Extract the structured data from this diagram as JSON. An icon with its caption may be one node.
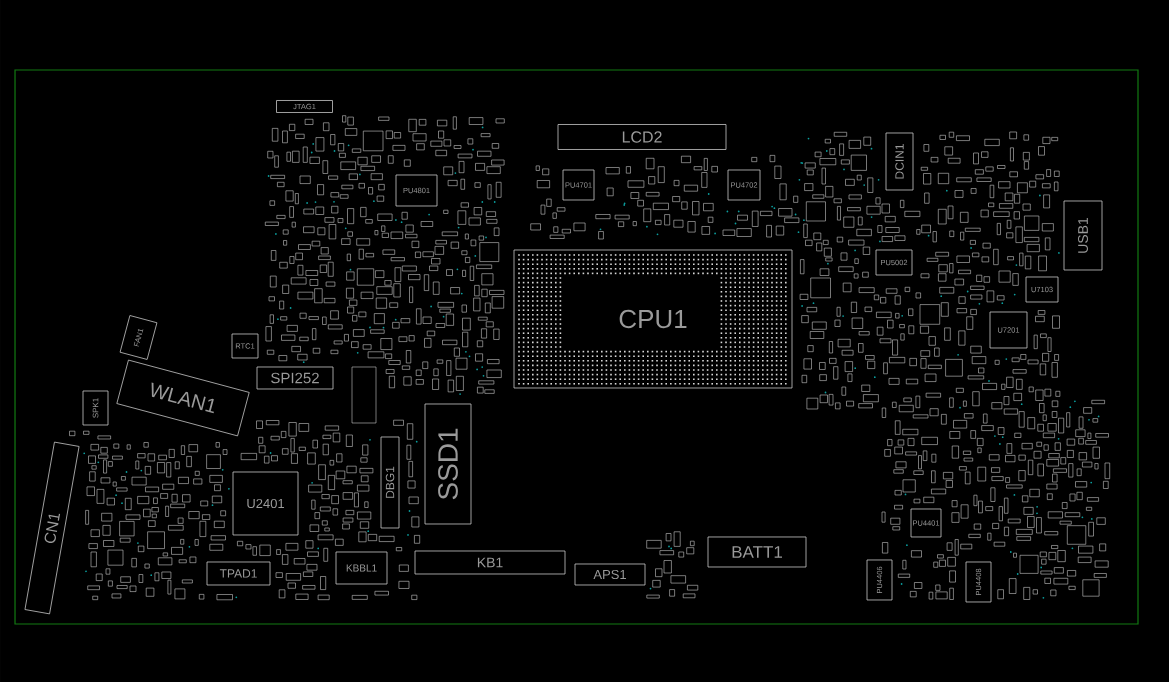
{
  "diagram": {
    "nodes": [
      {
        "text": [
          "LCD2"
        ]
      },
      {
        "text": [
          "DCIN1"
        ]
      },
      {
        "text": [
          "USB1"
        ]
      },
      {
        "text": [
          "CPU1"
        ]
      },
      {
        "text": [
          "WLAN1"
        ]
      },
      {
        "text": [
          "SPI252"
        ]
      },
      {
        "text": [
          "SSD1"
        ]
      },
      {
        "text": [
          "DBG1"
        ]
      },
      {
        "text": [
          "U2401"
        ]
      },
      {
        "text": [
          "TPAD1"
        ]
      },
      {
        "text": [
          "KBBL1"
        ]
      },
      {
        "text": [
          "KB1"
        ]
      },
      {
        "text": [
          "APS1"
        ]
      },
      {
        "text": [
          "BATT1"
        ]
      },
      {
        "text": [
          "CN1"
        ]
      },
      {
        "text": [
          "SPK1"
        ]
      },
      {
        "text": [
          "FAN1"
        ]
      },
      {
        "text": [
          "RTC1"
        ]
      },
      {
        "text": [
          "JTAG1"
        ]
      },
      {
        "text": [
          "PU4801"
        ]
      },
      {
        "text": [
          "PU4701"
        ]
      },
      {
        "text": [
          "PU4702"
        ]
      },
      {
        "text": [
          "PU5002"
        ]
      },
      {
        "text": [
          "U7103"
        ]
      },
      {
        "text": [
          "U7201"
        ]
      },
      {
        "text": [
          "PU4401"
        ]
      },
      {
        "text": [
          "PU4406"
        ]
      },
      {
        "text": [
          "PU4408"
        ]
      }
    ]
  }
}
